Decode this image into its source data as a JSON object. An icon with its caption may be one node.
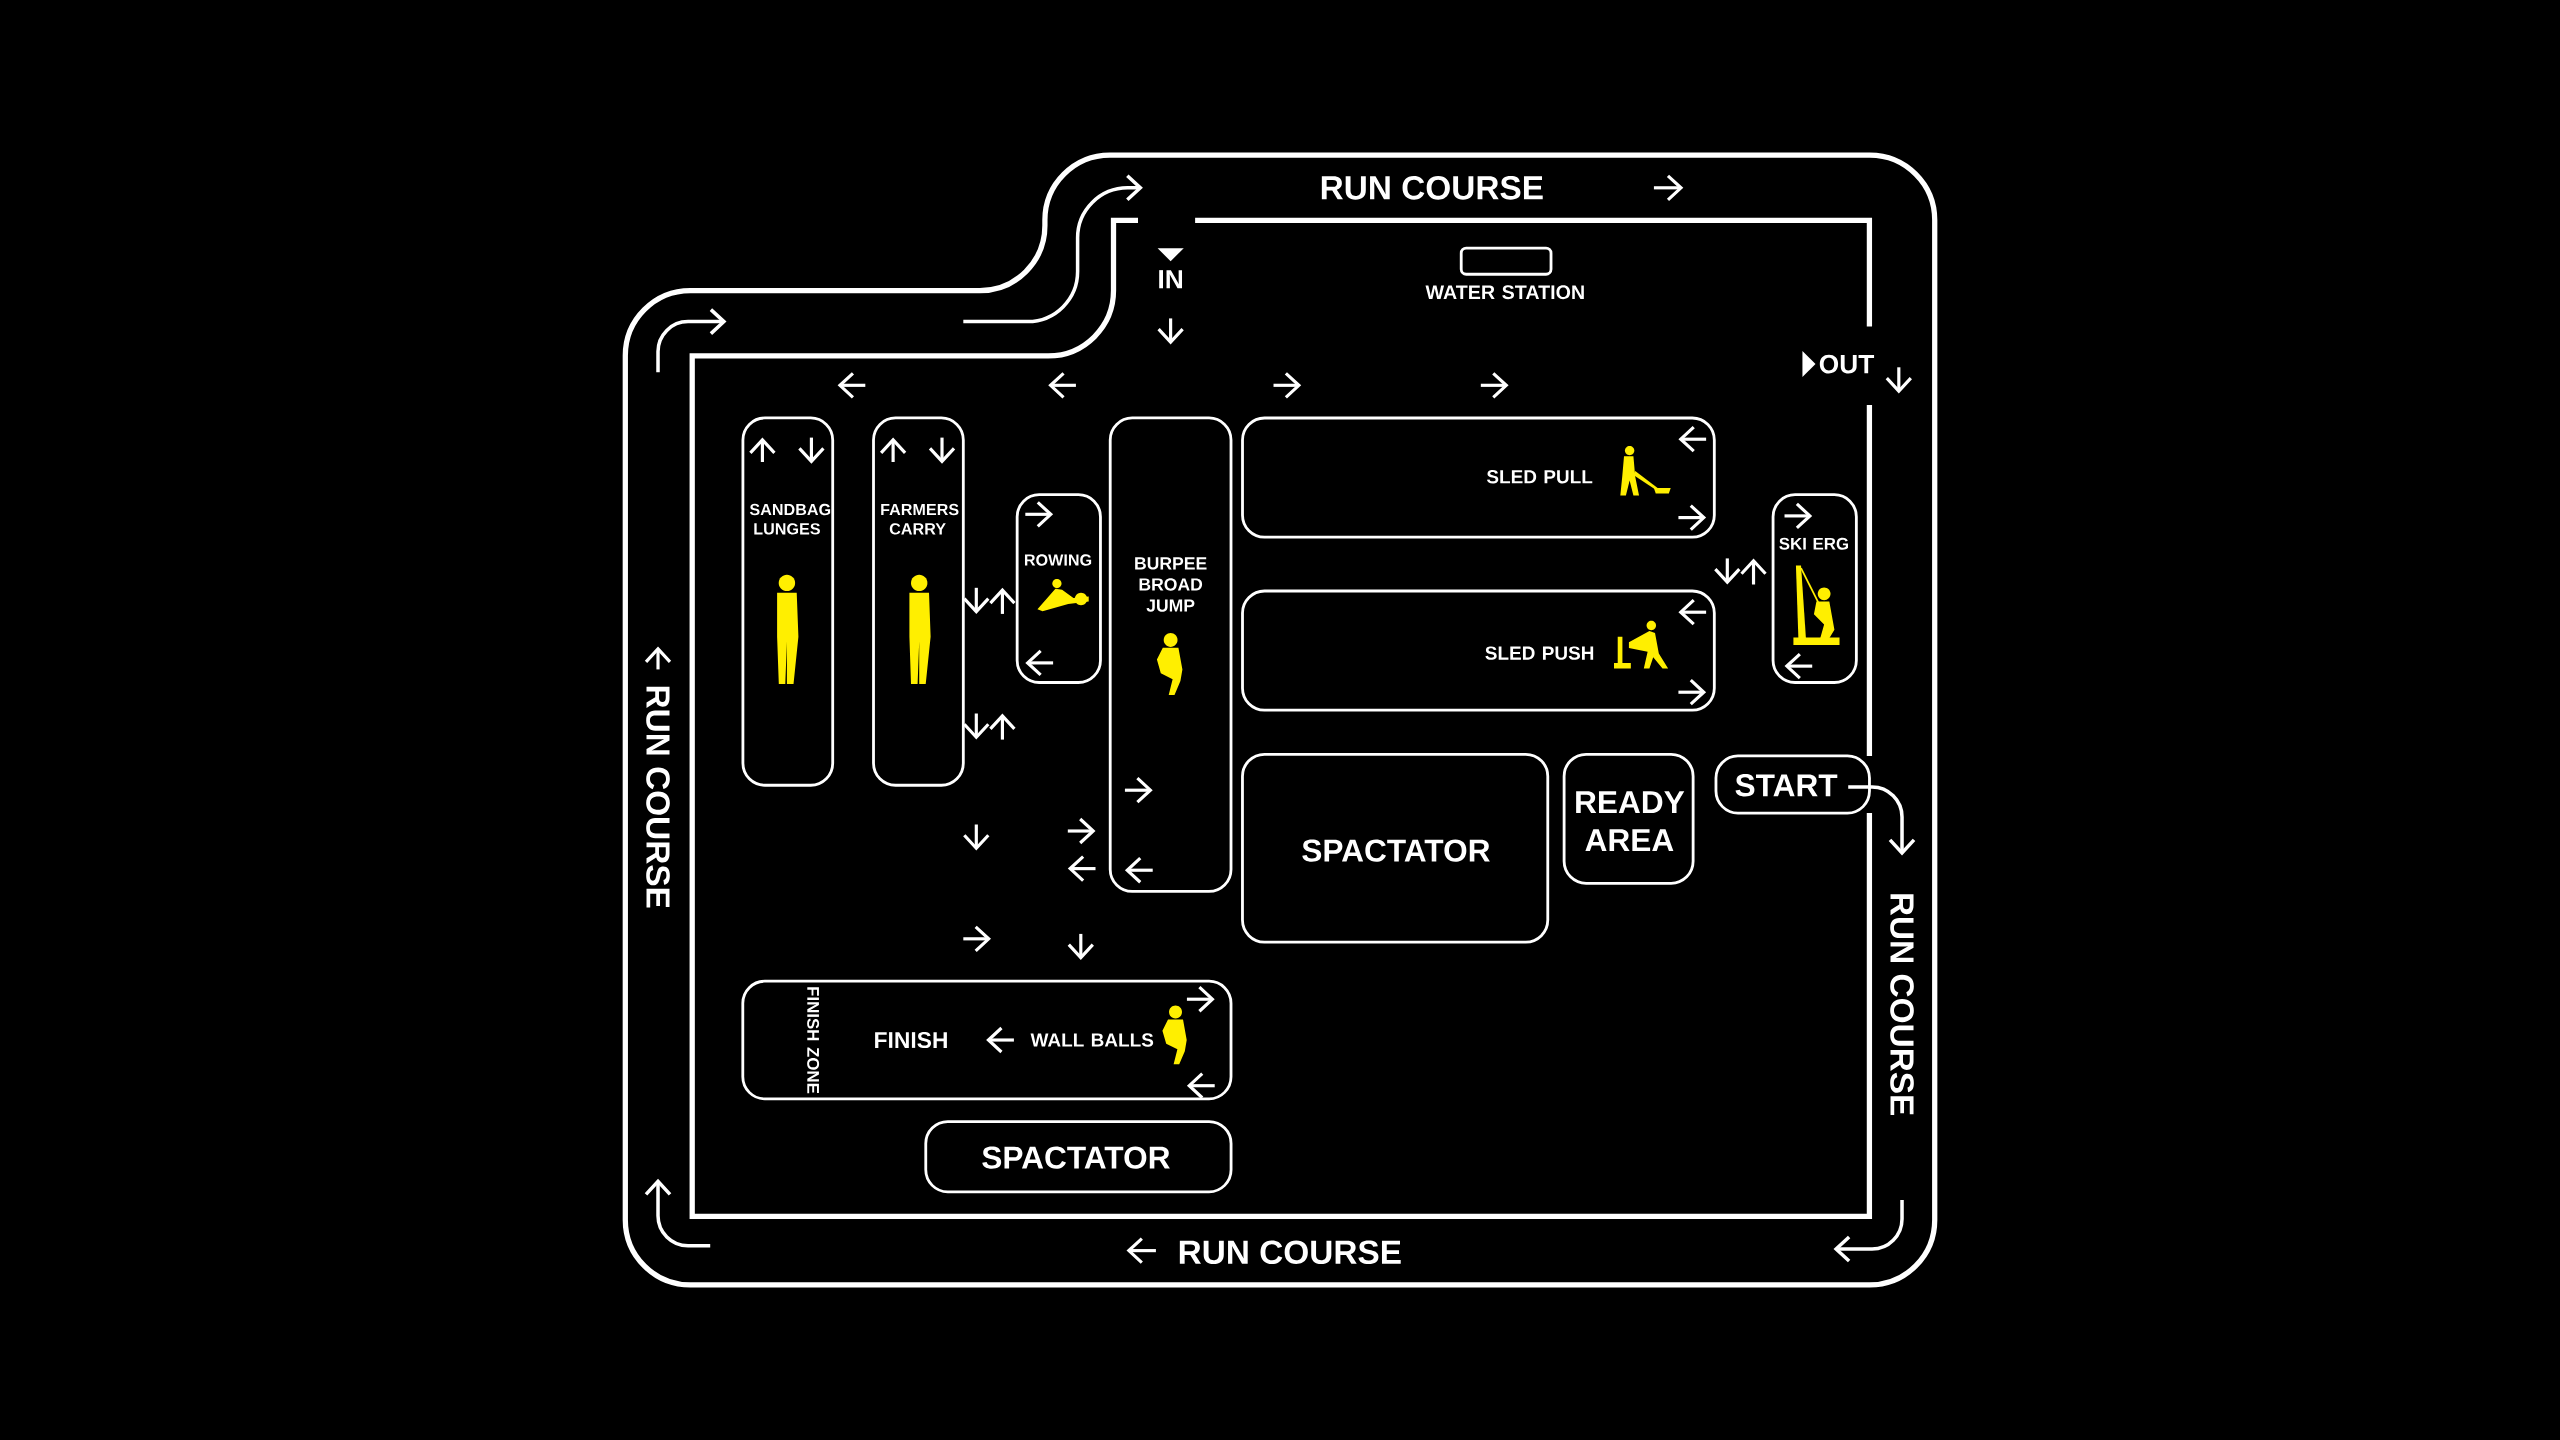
{
  "diagram": {
    "nodes": [
      {
        "text": [
          "WATER STATION"
        ]
      },
      {
        "text": [
          "SANDBAG LUNGES"
        ]
      },
      {
        "text": [
          "FARMERS CARRY"
        ]
      },
      {
        "text": [
          "ROWING"
        ]
      },
      {
        "text": [
          "BURPEE BROAD JUMP"
        ]
      },
      {
        "text": [
          "SLED PULL"
        ]
      },
      {
        "text": [
          "SLED PUSH"
        ]
      },
      {
        "text": [
          "SKI ERG"
        ]
      },
      {
        "text": [
          "SPACTATOR"
        ]
      },
      {
        "text": [
          "READY AREA"
        ]
      },
      {
        "text": [
          "START"
        ]
      },
      {
        "text": [
          "FINISH ZONE",
          "FINISH",
          "WALL BALLS"
        ]
      },
      {
        "text": [
          "SPACTATOR"
        ]
      }
    ],
    "labels": [
      "RUN COURSE",
      "IN",
      "OUT",
      "RUN COURSE",
      "RUN COURSE",
      "RUN COURSE"
    ]
  }
}
